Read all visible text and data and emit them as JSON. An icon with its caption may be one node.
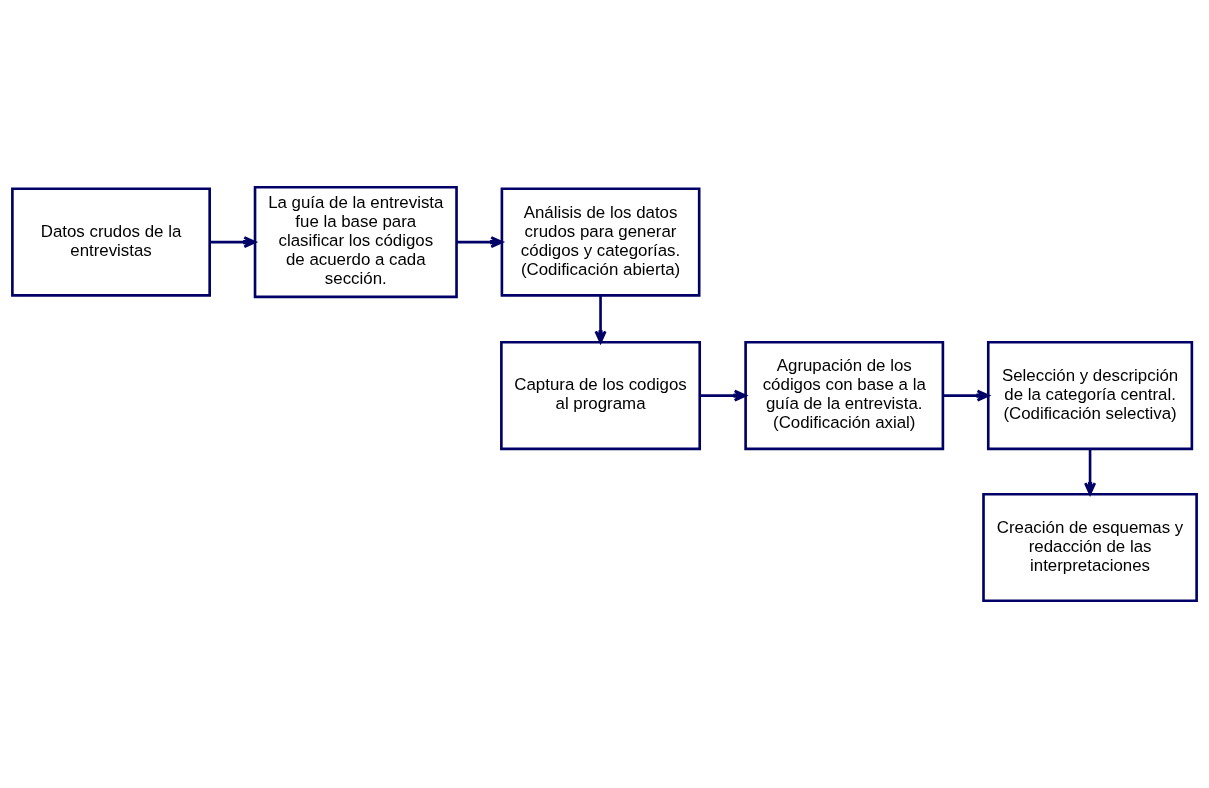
{
  "diagram": {
    "nodes": [
      {
        "text": [
          "Datos crudos de la entrevistas"
        ]
      },
      {
        "text": [
          "La guía de la entrevista fue la base para clasificar los códigos de acuerdo a cada sección."
        ]
      },
      {
        "text": [
          "Análisis de los datos crudos para generar códigos y categorías.",
          "(Codificación abierta)"
        ]
      },
      {
        "text": [
          "Captura de los codigos al programa"
        ]
      },
      {
        "text": [
          "Agrupación de los códigos con base a la guía de la entrevista.",
          "(Codificación axial)"
        ]
      },
      {
        "text": [
          "Selección y descripción de la categoría central.",
          "(Codificación selectiva)"
        ]
      },
      {
        "text": [
          "Creación de esquemas y redacción de las interpretaciones"
        ]
      }
    ],
    "edges": [
      {
        "from": 0,
        "to": 1,
        "arrow": "to"
      },
      {
        "from": 1,
        "to": 2,
        "arrow": "to"
      },
      {
        "from": 2,
        "to": 3,
        "arrow": "to"
      },
      {
        "from": 3,
        "to": 4,
        "arrow": "to"
      },
      {
        "from": 4,
        "to": 5,
        "arrow": "to"
      },
      {
        "from": 5,
        "to": 6,
        "arrow": "to"
      }
    ]
  }
}
